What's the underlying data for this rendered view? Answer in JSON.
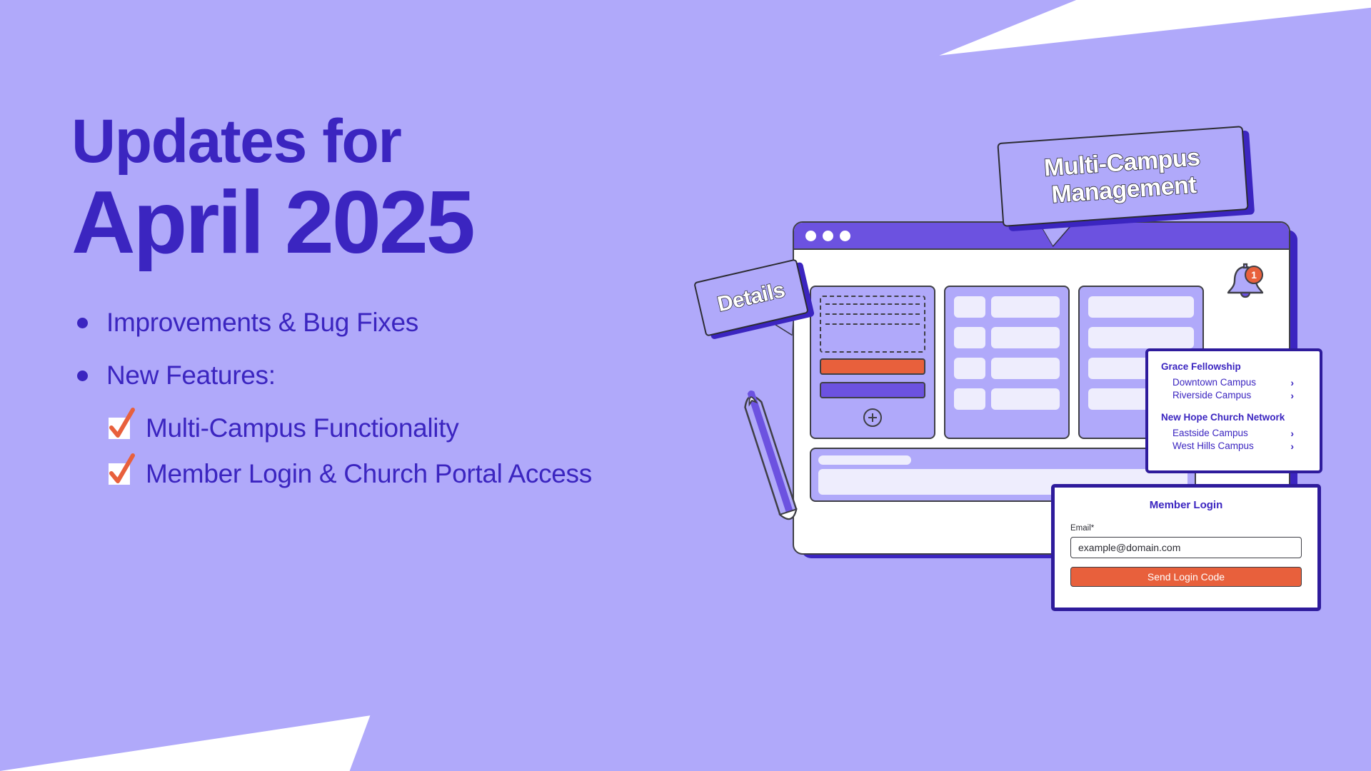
{
  "theme": {
    "background": "#b0a9fa",
    "page": "#ffffff",
    "primary": "#3b25c0",
    "purple": "#6c52e0",
    "accent_orange": "#e8603c",
    "outline": "#3f3f46",
    "pale": "#eeedfd"
  },
  "hero": {
    "title_line_1": "Updates for",
    "title_line_2": "April 2025",
    "bullets": [
      {
        "label": "Improvements & Bug Fixes"
      },
      {
        "label": "New Features:"
      }
    ],
    "checks": [
      {
        "label": "Multi-Campus Functionality"
      },
      {
        "label": "Member Login & Church Portal Access"
      }
    ]
  },
  "callouts": {
    "multi_campus": "Multi-Campus\nManagement",
    "multi_campus_line_1": "Multi-Campus",
    "multi_campus_line_2": "Management",
    "details": "Details"
  },
  "browser": {
    "traffic_lights": 3,
    "notification": {
      "count": "1",
      "icon": "bell-icon"
    },
    "card_a": {
      "placeholder_lines": 4,
      "orange_bar": true,
      "purple_bar": true,
      "add_icon": "plus-circle-icon"
    },
    "card_b": {
      "rows": 4
    },
    "card_c": {
      "rows": 4
    },
    "bottom_panel": {
      "has_label": true,
      "has_box": true
    }
  },
  "campus_panel": {
    "groups": [
      {
        "name": "Grace Fellowship",
        "items": [
          {
            "label": "Downtown Campus",
            "chevron": "›"
          },
          {
            "label": "Riverside Campus",
            "chevron": "›"
          }
        ]
      },
      {
        "name": "New Hope Church Network",
        "items": [
          {
            "label": "Eastside Campus",
            "chevron": "›"
          },
          {
            "label": "West Hills Campus",
            "chevron": "›"
          }
        ]
      }
    ]
  },
  "login_card": {
    "title": "Member Login",
    "email_label": "Email*",
    "email_value": "",
    "email_placeholder": "example@domain.com",
    "submit_label": "Send Login Code"
  }
}
